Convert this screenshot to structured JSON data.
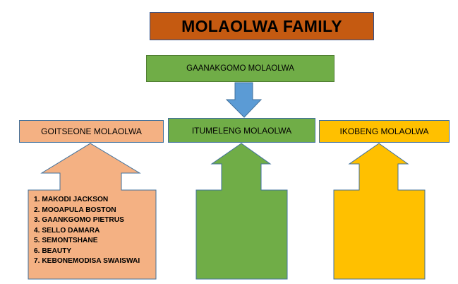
{
  "title": "MOLAOLWA FAMILY",
  "parent": "GAANAKGOMO MOLAOLWA",
  "children": [
    {
      "name": "GOITSEONE MOLAOLWA",
      "color": "#f4b183",
      "descendants": [
        "1. MAKODI JACKSON",
        "2. MOOAPULA BOSTON",
        "3. GAANKGOMO PIETRUS",
        "4. SELLO DAMARA",
        "5. SEMONTSHANE",
        "6. BEAUTY",
        "7. KEBONEMODISA SWAISWAI"
      ]
    },
    {
      "name": "ITUMELENG MOLAOLWA",
      "color": "#70ad47",
      "descendants": []
    },
    {
      "name": "IKOBENG MOLAOLWA",
      "color": "#ffc000",
      "descendants": []
    }
  ],
  "colors": {
    "title_bg": "#c55a11",
    "parent_bg": "#70ad47",
    "down_arrow": "#5b9bd5"
  }
}
